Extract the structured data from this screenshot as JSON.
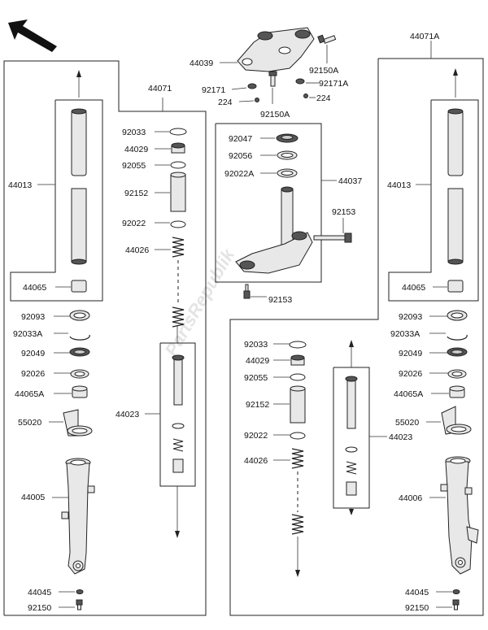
{
  "direction_arrow_icon": "arrow-up-left",
  "watermark": "PartsRepublik",
  "top_assembly": {
    "labels": {
      "bracket": "44039",
      "bolt_right": "92150A",
      "pin_left": "92171",
      "pin_right": "92171A",
      "screw_left": "224",
      "screw_right": "224",
      "bolt_lower": "92150A"
    }
  },
  "left_fork": {
    "assembly_label": "44071",
    "labels": {
      "tube": "44013",
      "collar": "44065",
      "seal_a": "92093",
      "clip": "92033A",
      "seal_b": "92049",
      "washer": "92026",
      "collar_a": "44065A",
      "guard": "55020",
      "outer_tube": "44005",
      "gasket": "44045",
      "drain_bolt": "92150",
      "oring": "92033",
      "cap": "44029",
      "oring_b": "92055",
      "spacer": "92152",
      "washer_b": "92022",
      "spring": "44026",
      "damper": "44023"
    }
  },
  "right_fork": {
    "assembly_label": "44071A",
    "labels": {
      "tube": "44013",
      "collar": "44065",
      "seal_a": "92093",
      "clip": "92033A",
      "seal_b": "92049",
      "washer": "92026",
      "collar_a": "44065A",
      "guard": "55020",
      "outer_tube": "44006",
      "gasket": "44045",
      "drain_bolt": "92150",
      "oring": "92033",
      "cap": "44029",
      "oring_b": "92055",
      "spacer": "92152",
      "washer_b": "92022",
      "spring": "44026",
      "damper": "44023"
    }
  },
  "stem_group": {
    "assembly_label": "44037",
    "labels": {
      "seal": "92047",
      "race": "92056",
      "washer": "92022A",
      "bolt": "92153",
      "bolt_b": "92153"
    }
  }
}
